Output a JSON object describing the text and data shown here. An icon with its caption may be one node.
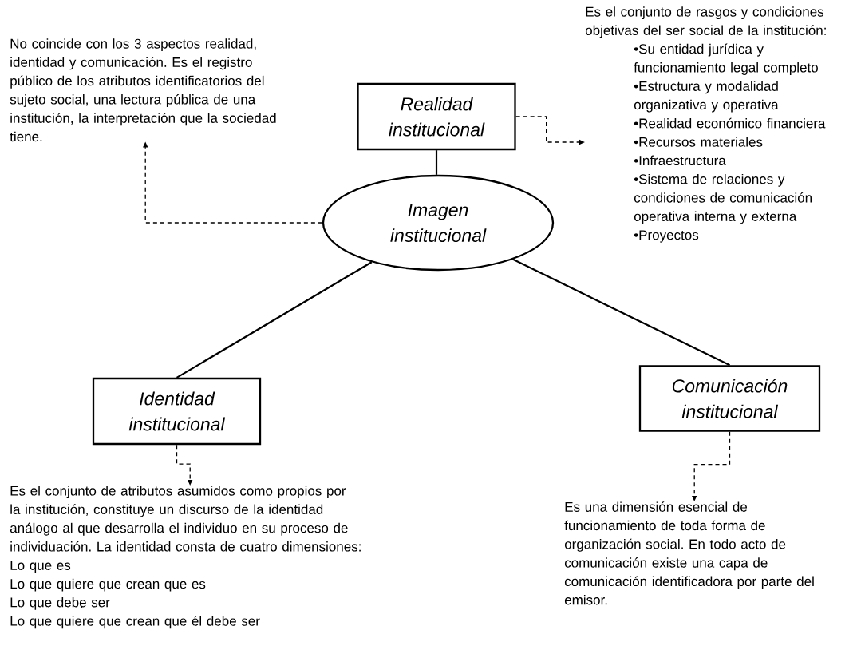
{
  "diagram": {
    "nodes": [
      {
        "text": [
          "Imagen institucional"
        ]
      },
      {
        "text": [
          "Realidad institucional"
        ]
      },
      {
        "text": [
          "No coincide con los 3 aspectos realidad, identidad y comunicación. Es el registro público de los atributos identificatorios del sujeto social, una lectura pública de una institución, la interpretación que la sociedad tiene."
        ]
      },
      {
        "text": [
          "Es el conjunto de rasgos y condiciones objetivas del ser social de la institución:",
          "•Su entidad jurídica y funcionamiento legal completo",
          "•Estructura y modalidad organizativa y operativa",
          "•Realidad económico financiera",
          "•Recursos materiales",
          "•Infraestructura",
          "•Sistema de relaciones y condiciones de comunicación operativa interna y externa",
          "•Proyectos"
        ]
      },
      {
        "text": [
          "Identidad institucional"
        ]
      },
      {
        "text": [
          "Es el conjunto de atributos asumidos como propios por la institución, constituye un discurso de la identidad análogo al que desarrolla el individuo en su proceso de individuación. La identidad consta de cuatro dimensiones:",
          "Lo que es",
          "Lo que quiere que crean que es",
          "Lo que debe ser",
          "Lo que quiere que crean que él debe ser"
        ]
      },
      {
        "text": [
          "Comunicación institucional"
        ]
      },
      {
        "text": [
          "Es una dimensión esencial de funcionamiento de toda forma de organización social. En todo acto de comunicación existe una capa de comunicación identificadora por parte del emisor."
        ]
      }
    ],
    "edges": [
      {
        "from": 1,
        "to": 0,
        "arrow": "none"
      },
      {
        "from": 0,
        "to": 4,
        "arrow": "none"
      },
      {
        "from": 0,
        "to": 6,
        "arrow": "none"
      },
      {
        "from": 0,
        "to": 2,
        "arrow": "to",
        "style": "dashed"
      },
      {
        "from": 1,
        "to": 3,
        "arrow": "to",
        "style": "dashed"
      },
      {
        "from": 4,
        "to": 5,
        "arrow": "to",
        "style": "dashed"
      },
      {
        "from": 6,
        "to": 7,
        "arrow": "to",
        "style": "dashed"
      }
    ]
  }
}
